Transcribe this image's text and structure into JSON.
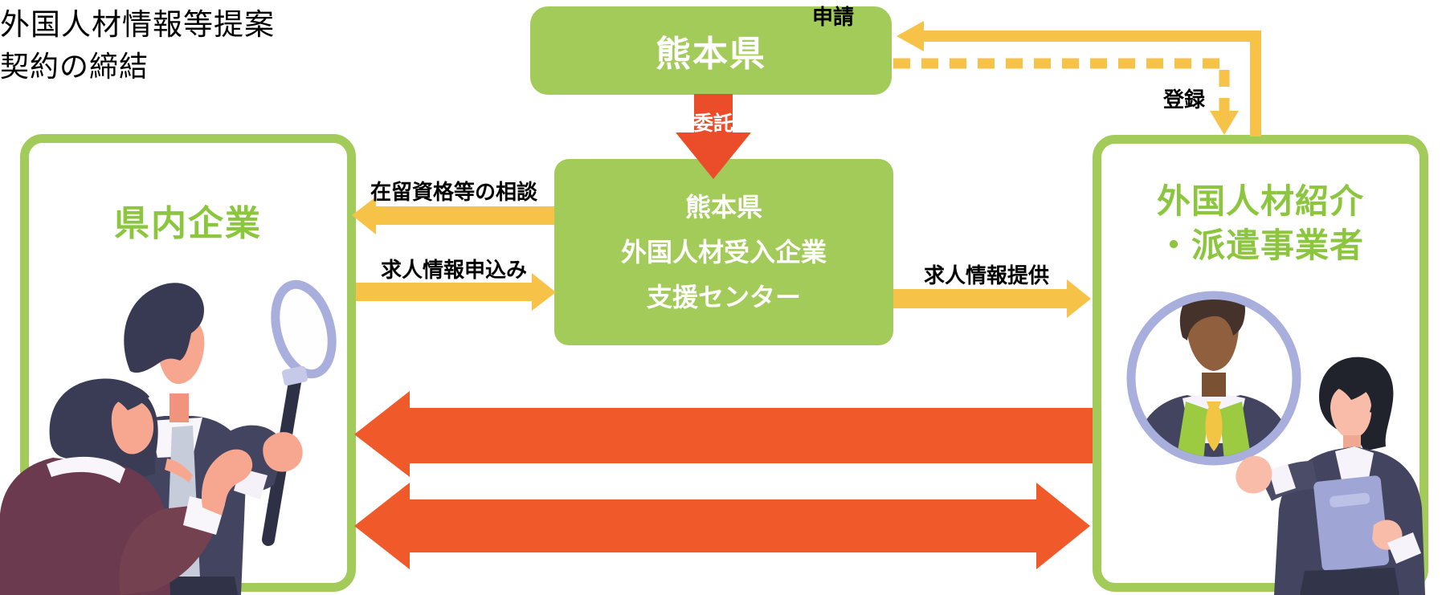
{
  "diagram": {
    "boxes": {
      "kumamoto": {
        "title": "熊本県"
      },
      "support_center": {
        "line1": "熊本県",
        "line2": "外国人材受入企業",
        "line3": "支援センター"
      },
      "local_companies": {
        "title": "県内企業"
      },
      "agencies": {
        "line1": "外国人材紹介",
        "line2": "・派遣事業者"
      }
    },
    "arrows": {
      "consignment": {
        "label": "委託"
      },
      "application": {
        "label": "申請"
      },
      "registration": {
        "label": "登録"
      },
      "residence_consultation": {
        "label": "在留資格等の相談"
      },
      "job_request": {
        "label": "求人情報申込み"
      },
      "job_provision": {
        "label": "求人情報提供"
      },
      "proposal": {
        "label": "外国人材情報等提案"
      },
      "contract": {
        "label": "契約の締結"
      }
    },
    "colors": {
      "green": "#A2CB5A",
      "title_green": "#8CC63F",
      "yellow": "#F7C248",
      "orange": "#F05A2B",
      "red": "#EB4D2B",
      "lavender": "#A9AFDC",
      "label_black": "#000000",
      "white": "#FFFFFF"
    }
  }
}
